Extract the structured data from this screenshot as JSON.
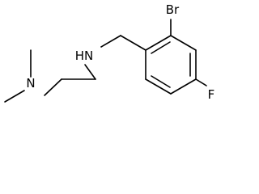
{
  "molecule": {
    "atoms": {
      "bromine": "Br",
      "amine_nh": "HN",
      "dimethyl_n": "N",
      "fluorine": "F"
    }
  }
}
